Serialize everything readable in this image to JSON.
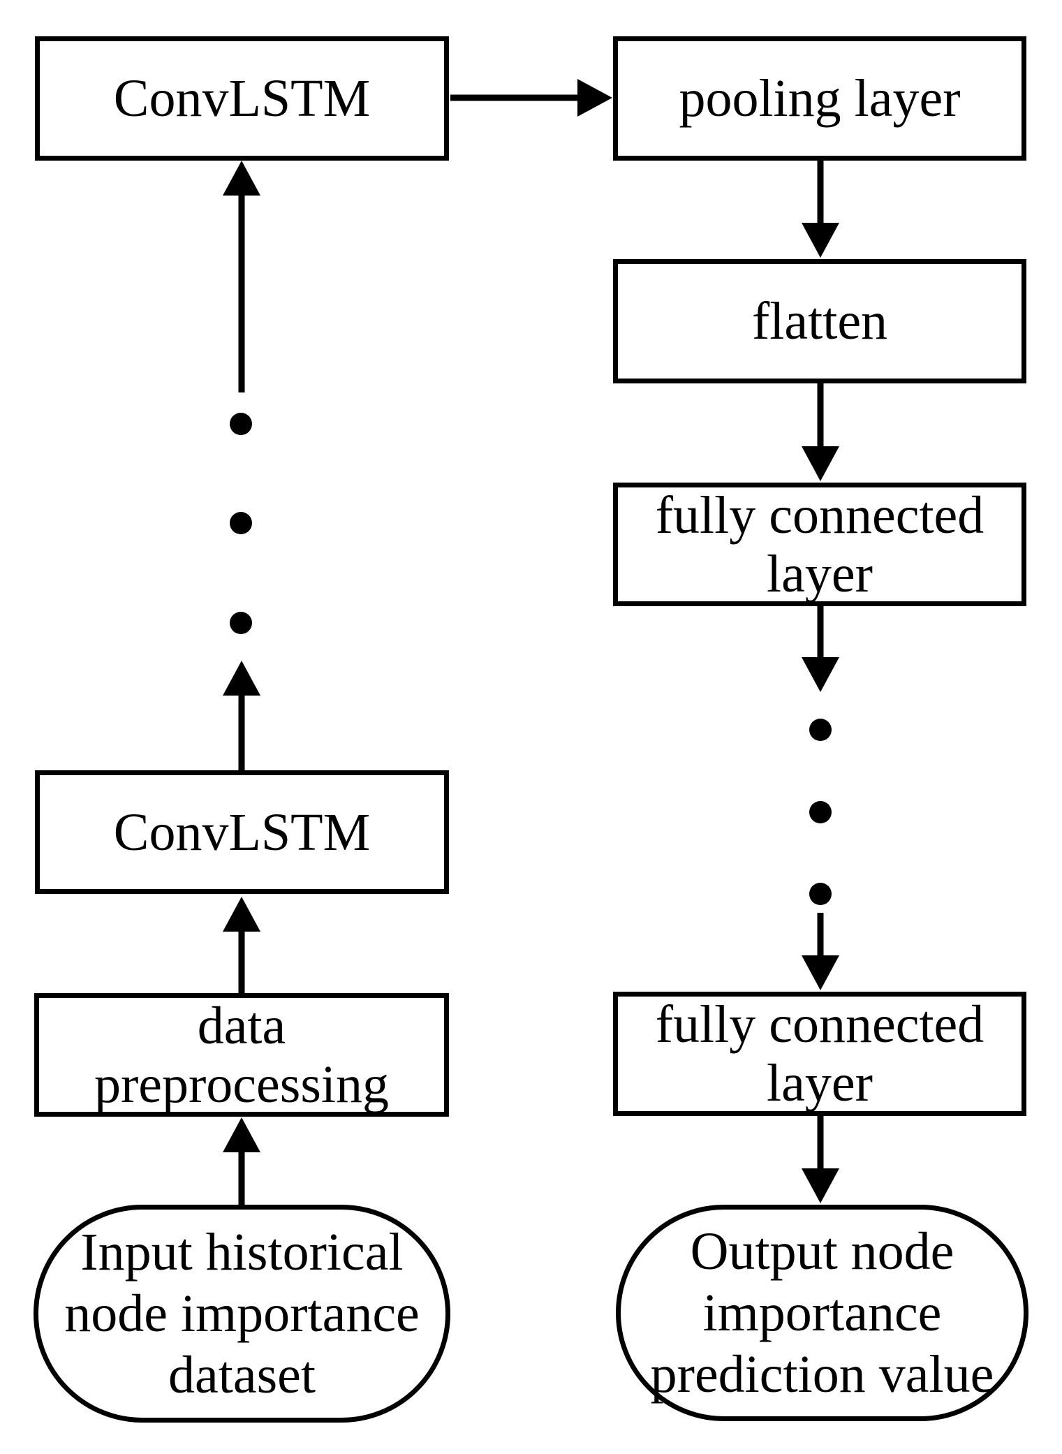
{
  "figure": {
    "type": "flowchart",
    "columns": 2,
    "flow": "left column bottom-to-top, then right column top-to-bottom"
  },
  "colors": {
    "stroke": "#000000",
    "text": "#000000",
    "background": "#ffffff"
  },
  "nodes": {
    "convlstm_upper": {
      "shape": "rectangle",
      "lines": [
        "ConvLSTM"
      ]
    },
    "pooling_layer": {
      "shape": "rectangle",
      "lines": [
        "pooling layer"
      ]
    },
    "flatten": {
      "shape": "rectangle",
      "lines": [
        "flatten"
      ]
    },
    "fully_connected_upper": {
      "shape": "rectangle",
      "lines": [
        "fully connected",
        "layer"
      ]
    },
    "ellipsis_left": {
      "shape": "vertical-dots",
      "dot_count": 3
    },
    "ellipsis_right": {
      "shape": "vertical-dots",
      "dot_count": 3
    },
    "convlstm_lower": {
      "shape": "rectangle",
      "lines": [
        "ConvLSTM"
      ]
    },
    "data_preprocessing": {
      "shape": "rectangle",
      "lines": [
        "data",
        "preprocessing"
      ]
    },
    "fully_connected_lower": {
      "shape": "rectangle",
      "lines": [
        "fully connected",
        "layer"
      ]
    },
    "input_dataset": {
      "shape": "stadium",
      "lines": [
        "Input historical",
        "node importance",
        "dataset"
      ]
    },
    "output_value": {
      "shape": "stadium",
      "lines": [
        "Output node",
        "importance",
        "prediction value"
      ]
    }
  },
  "edges": [
    {
      "from": "input_dataset",
      "to": "data_preprocessing",
      "direction": "up"
    },
    {
      "from": "data_preprocessing",
      "to": "convlstm_lower",
      "direction": "up"
    },
    {
      "from": "convlstm_lower",
      "to": "ellipsis_left",
      "direction": "up"
    },
    {
      "from": "ellipsis_left",
      "to": "convlstm_upper",
      "direction": "up"
    },
    {
      "from": "convlstm_upper",
      "to": "pooling_layer",
      "direction": "right"
    },
    {
      "from": "pooling_layer",
      "to": "flatten",
      "direction": "down"
    },
    {
      "from": "flatten",
      "to": "fully_connected_upper",
      "direction": "down"
    },
    {
      "from": "fully_connected_upper",
      "to": "ellipsis_right",
      "direction": "down"
    },
    {
      "from": "ellipsis_right",
      "to": "fully_connected_lower",
      "direction": "down"
    },
    {
      "from": "fully_connected_lower",
      "to": "output_value",
      "direction": "down"
    }
  ]
}
